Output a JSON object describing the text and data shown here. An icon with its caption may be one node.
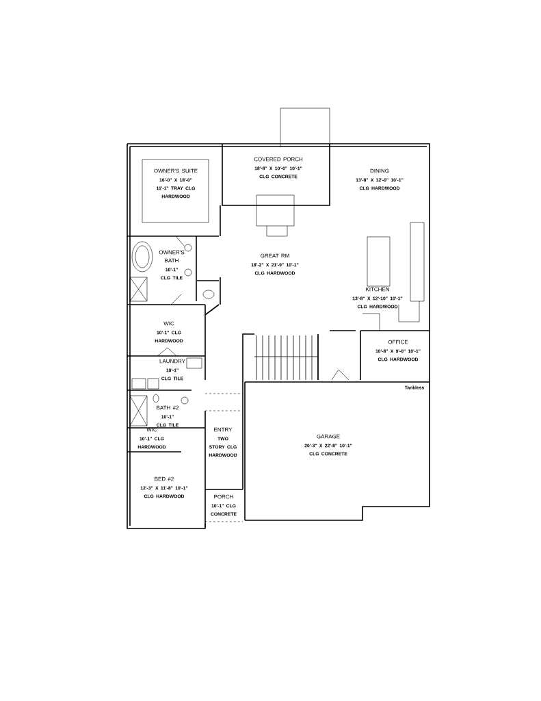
{
  "diagram": {
    "nodes": [
      {
        "text": [
          "OWNER'S SUITE",
          "16'-0\" X 18'-0\" 11'-1\" TRAY CLG HARDWOOD"
        ]
      },
      {
        "text": [
          "COVERED PORCH",
          "18'-8\" X 10'-0\" 10'-1\" CLG CONCRETE"
        ]
      },
      {
        "text": [
          "DINING",
          "13'-8\" X 12'-0\" 10'-1\" CLG HARDWOOD"
        ]
      },
      {
        "text": [
          "OWNER'S BATH",
          "10'-1\" CLG TILE"
        ]
      },
      {
        "text": [
          "GREAT RM",
          "18'-2\" X 21'-9\" 10'-1\" CLG HARDWOOD"
        ]
      },
      {
        "text": [
          "KITCHEN",
          "13'-8\" X 12'-10\" 10'-1\" CLG HARDWOOD"
        ]
      },
      {
        "text": [
          "WIC",
          "10'-1\" CLG HARDWOOD"
        ]
      },
      {
        "text": [
          "OFFICE",
          "10'-8\" X 9'-0\" 10'-1\" CLG HARDWOOD"
        ]
      },
      {
        "text": [
          "LAUNDRY",
          "10'-1\" CLG TILE"
        ]
      },
      {
        "text": [
          "BATH #2",
          "10'-1\" CLG TILE"
        ]
      },
      {
        "text": [
          "WIC",
          "10'-1\" CLG HARDWOOD"
        ]
      },
      {
        "text": [
          "ENTRY",
          "TWO STORY CLG HARDWOOD"
        ]
      },
      {
        "text": [
          "GARAGE",
          "20'-3\" X 22'-8\" 10'-1\" CLG CONCRETE"
        ]
      },
      {
        "text": [
          "BED #2",
          "12'-3\" X 11'-8\" 10'-1\" CLG HARDWOOD"
        ]
      },
      {
        "text": [
          "PORCH",
          "10'-1\" CLG CONCRETE"
        ]
      }
    ],
    "labels": [
      "Tankless"
    ]
  }
}
